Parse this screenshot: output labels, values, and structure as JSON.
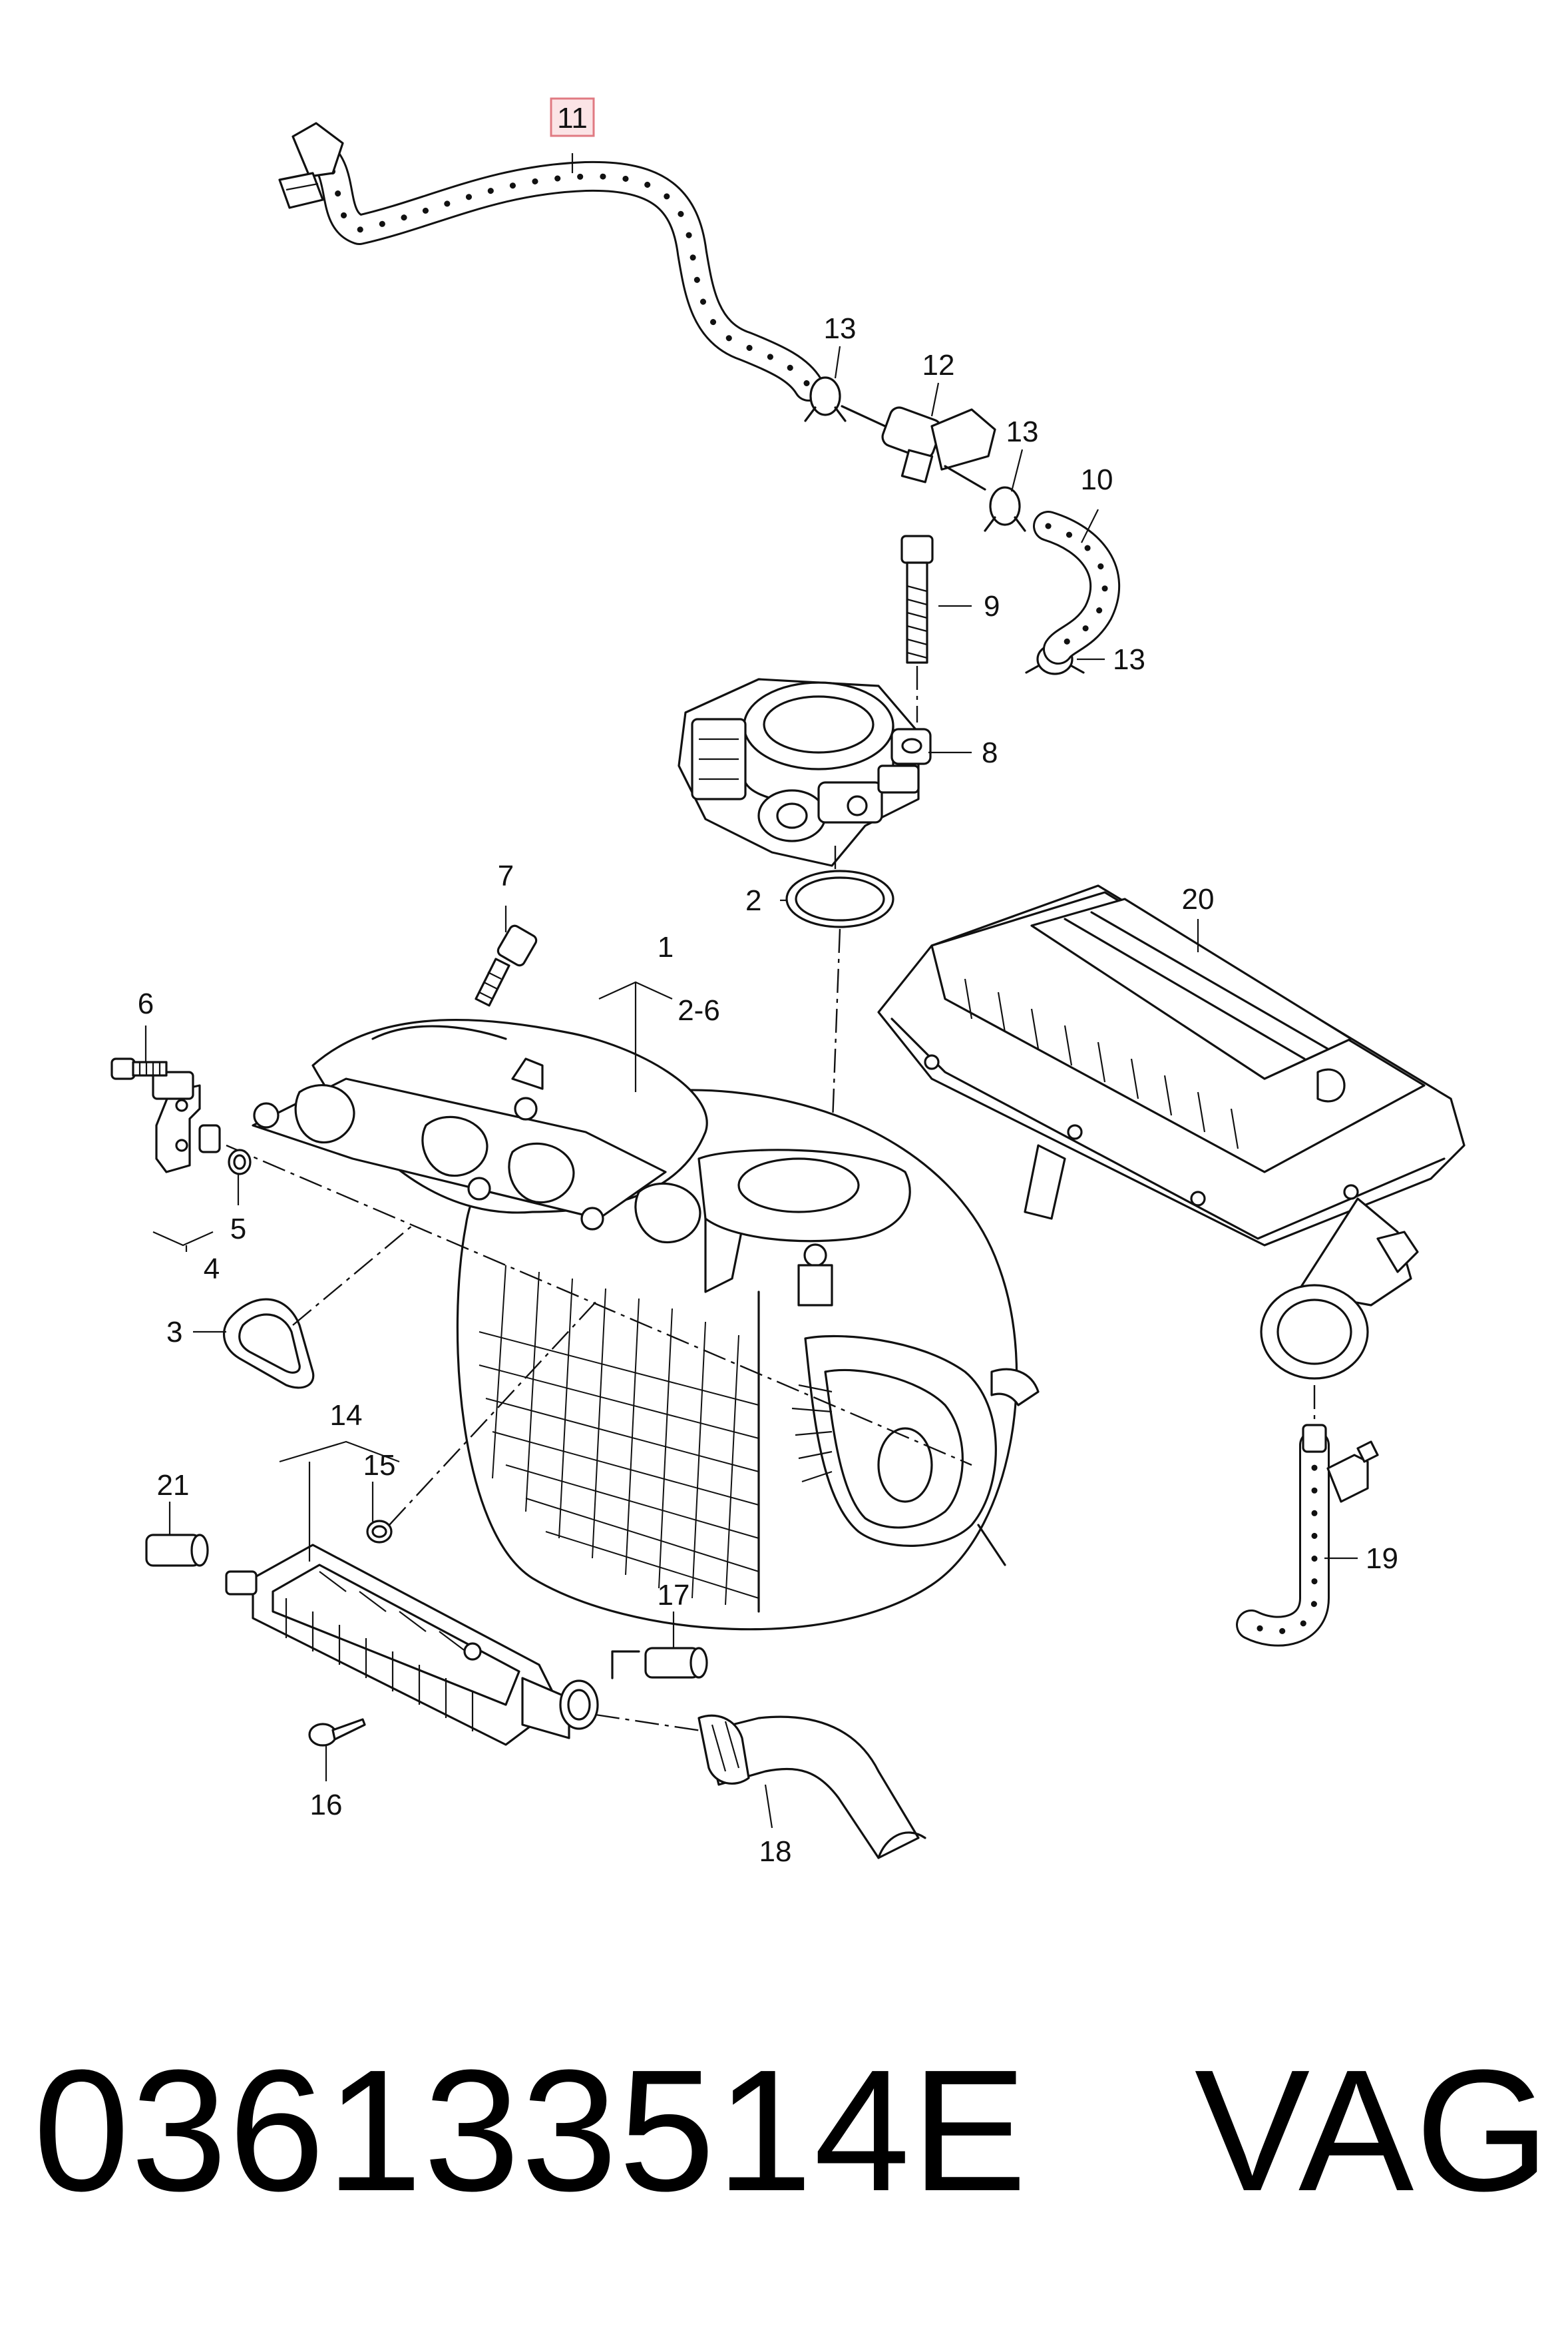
{
  "callouts": {
    "c1": "1",
    "c1_range": "2-6",
    "c2": "2",
    "c3": "3",
    "c4": "4",
    "c5": "5",
    "c6": "6",
    "c7": "7",
    "c8": "8",
    "c9": "9",
    "c10": "10",
    "c11": "11",
    "c12": "12",
    "c13": "13",
    "c14": "14",
    "c15": "15",
    "c16": "16",
    "c17": "17",
    "c18": "18",
    "c19": "19",
    "c20": "20",
    "c21": "21"
  },
  "highlighted_callout": "11",
  "highlight_color": "#fbe4e6",
  "caption": {
    "part_number": "036133514E",
    "brand": "VAG"
  }
}
